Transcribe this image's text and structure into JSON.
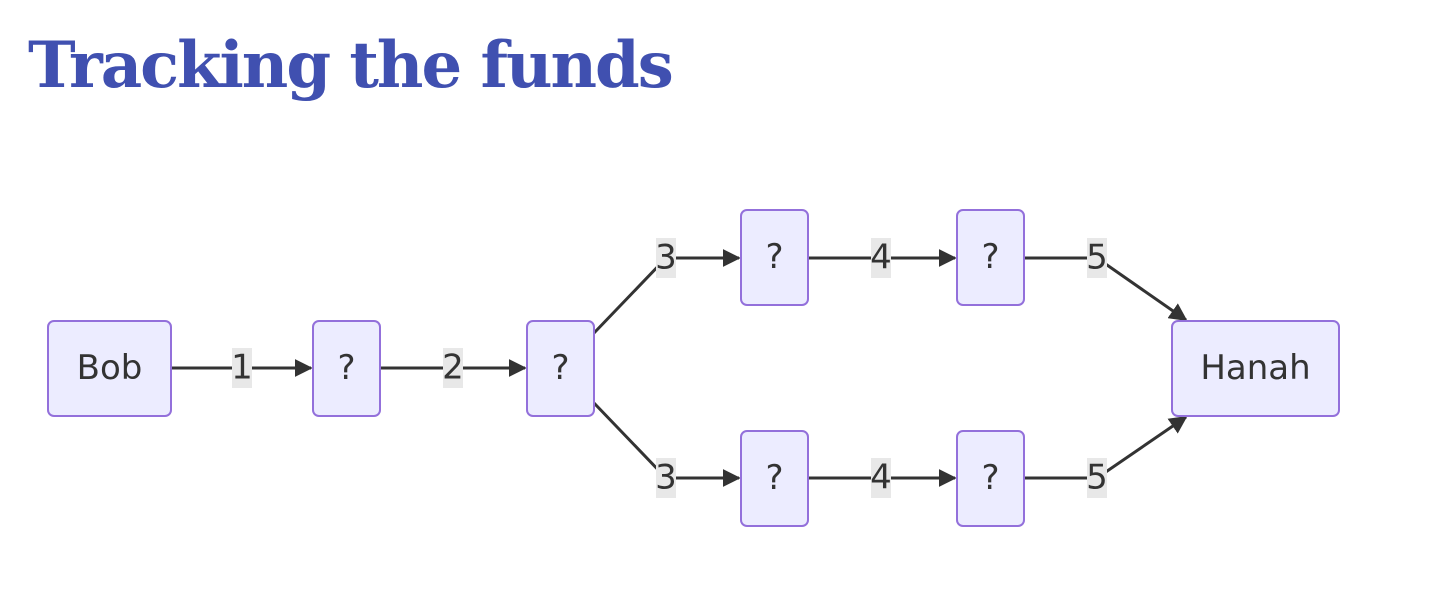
{
  "title": "Tracking the funds",
  "colors": {
    "title": "#4050b0",
    "node_fill": "#ececff",
    "node_border": "#9370db",
    "edge": "#333333",
    "edge_label_bg": "#e8e8e8"
  },
  "diagram": {
    "type": "flowchart",
    "direction": "left-to-right",
    "nodes": [
      {
        "id": "bob",
        "label": "Bob"
      },
      {
        "id": "n1",
        "label": "?"
      },
      {
        "id": "n2",
        "label": "?"
      },
      {
        "id": "n3a",
        "label": "?"
      },
      {
        "id": "n4a",
        "label": "?"
      },
      {
        "id": "n3b",
        "label": "?"
      },
      {
        "id": "n4b",
        "label": "?"
      },
      {
        "id": "hanah",
        "label": "Hanah"
      }
    ],
    "edges": [
      {
        "from": "bob",
        "to": "n1",
        "label": "1"
      },
      {
        "from": "n1",
        "to": "n2",
        "label": "2"
      },
      {
        "from": "n2",
        "to": "n3a",
        "label": "3"
      },
      {
        "from": "n3a",
        "to": "n4a",
        "label": "4"
      },
      {
        "from": "n4a",
        "to": "hanah",
        "label": "5"
      },
      {
        "from": "n2",
        "to": "n3b",
        "label": "3"
      },
      {
        "from": "n3b",
        "to": "n4b",
        "label": "4"
      },
      {
        "from": "n4b",
        "to": "hanah",
        "label": "5"
      }
    ]
  }
}
